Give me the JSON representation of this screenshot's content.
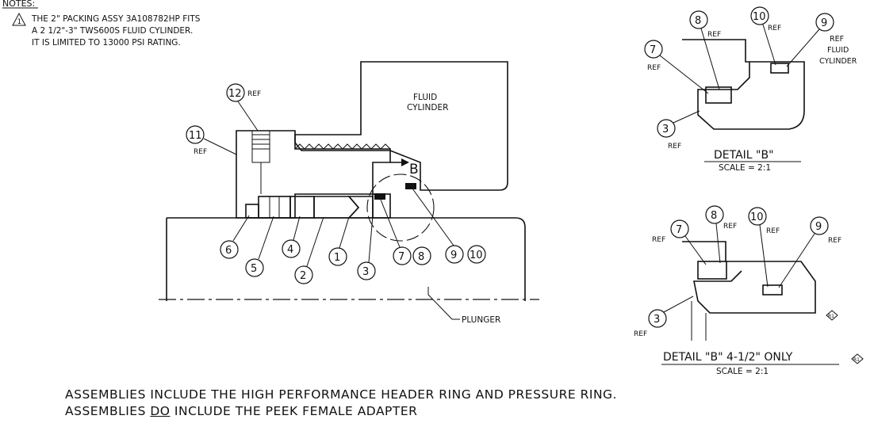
{
  "notes": {
    "heading": "NOTES:",
    "flag": "1",
    "lines": [
      "THE 2\" PACKING ASSY 3A108782HP FITS",
      "A 2 1/2\"-3\" TWS600S FLUID CYLINDER.",
      "IT IS LIMITED TO 13000 PSI RATING."
    ]
  },
  "main_view": {
    "fluid_cylinder": [
      "FLUID",
      "CYLINDER"
    ],
    "plunger": "PLUNGER",
    "detail_callout": "B",
    "balloons": [
      {
        "num": "12",
        "ref": "REF"
      },
      {
        "num": "11",
        "ref": "REF"
      },
      {
        "num": "6"
      },
      {
        "num": "5"
      },
      {
        "num": "4"
      },
      {
        "num": "2"
      },
      {
        "num": "1"
      },
      {
        "num": "3"
      },
      {
        "num": "7"
      },
      {
        "num": "8"
      },
      {
        "num": "9"
      },
      {
        "num": "10"
      }
    ]
  },
  "detail_b": {
    "title": "DETAIL \"B\"",
    "scale": "SCALE = 2:1",
    "fluid_cylinder_ref": [
      "REF",
      "FLUID",
      "CYLINDER"
    ],
    "balloons": [
      {
        "num": "8",
        "ref": "REF"
      },
      {
        "num": "10",
        "ref": "REF"
      },
      {
        "num": "9"
      },
      {
        "num": "7",
        "ref": "REF"
      },
      {
        "num": "3",
        "ref": "REF"
      }
    ]
  },
  "detail_b_412": {
    "title": "DETAIL \"B\" 4-1/2\" ONLY",
    "scale": "SCALE = 2:1",
    "revision_mark": "R1",
    "balloons": [
      {
        "num": "8",
        "ref": "REF"
      },
      {
        "num": "10",
        "ref": "REF"
      },
      {
        "num": "9",
        "ref": "REF"
      },
      {
        "num": "7",
        "ref": "REF"
      },
      {
        "num": "3",
        "ref": "REF"
      }
    ]
  },
  "footer": {
    "line1": "ASSEMBLIES INCLUDE THE HIGH PERFORMANCE HEADER RING AND PRESSURE RING.",
    "line2_prefix": "ASSEMBLIES ",
    "line2_emph": "DO",
    "line2_suffix": " INCLUDE THE PEEK FEMALE ADAPTER"
  }
}
